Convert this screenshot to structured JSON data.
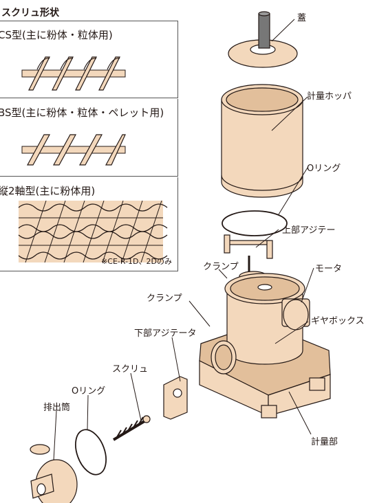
{
  "title": "スクリュ形状",
  "screw_types": [
    {
      "label": "CS型(主に粉体・粒体用)"
    },
    {
      "label": "BS型(主に粉体・粒体・ペレット用)"
    },
    {
      "label": "縦2軸型(主に粉体用)",
      "note": "※CE-R-1D、2Dのみ"
    }
  ],
  "parts": {
    "lid": "蓋",
    "hopper": "計量ホッパ",
    "oring_top": "Oリング",
    "upper_agitator": "上部アジテー",
    "motor": "モータ",
    "clamp_1": "クランプ",
    "clamp_2": "クランプ",
    "gearbox": "ギヤボックス",
    "lower_agitator": "下部アジテータ",
    "screw": "スクリュ",
    "oring_bottom": "Oリング",
    "discharge": "排出筒",
    "weighing_unit": "計量部"
  },
  "colors": {
    "part_fill": "#f3d8bc",
    "part_dark": "#e2bf9b",
    "line": "#231815"
  }
}
